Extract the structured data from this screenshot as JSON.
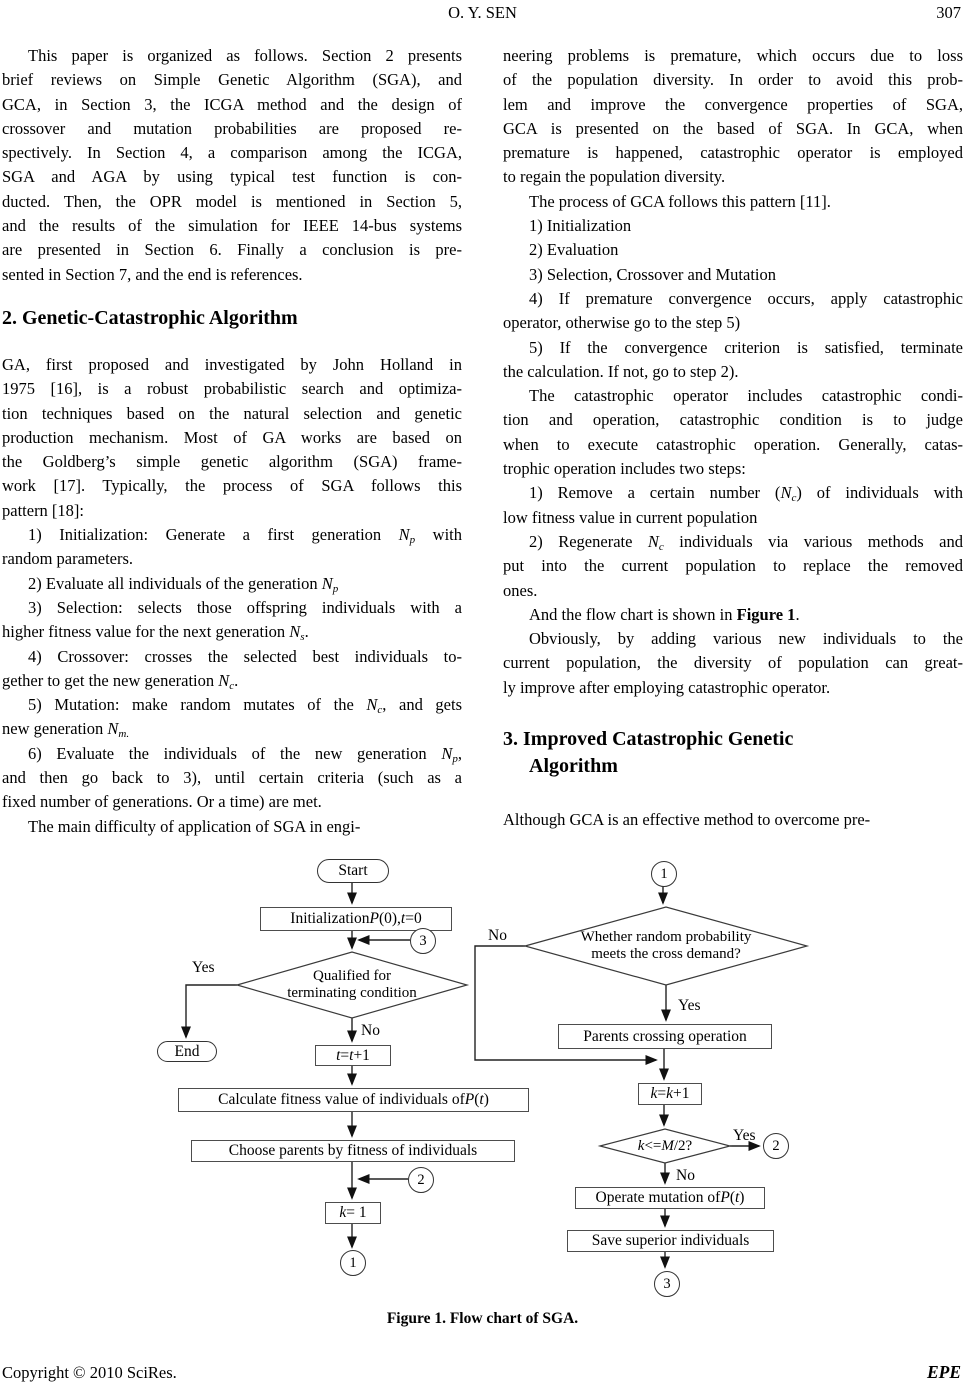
{
  "header": {
    "running_title": "O. Y. SEN",
    "page_number": "307"
  },
  "left_column": {
    "para1_lines": [
      "\tThis paper is organized as follows. Section 2 presents",
      "brief reviews on Simple Genetic Algorithm (SGA), and",
      "GCA, in Section 3, the ICGA method and the design of",
      "crossover and mutation probabilities are proposed re-",
      "spectively. In Section 4, a comparison among the ICGA,",
      "SGA and AGA by using typical test function is con-",
      "ducted. Then, the OPR model is mentioned in Section 5,",
      "and the results of the simulation for IEEE 14-bus systems",
      "are presented in Section 6. Finally a conclusion is pre-",
      "sented in Section 7, and the end is references."
    ],
    "section2_heading": "2. Genetic-Catastrophic Algorithm",
    "para2_lines": [
      "GA, first proposed and investigated by John Holland in",
      "1975 [16], is a robust probabilistic search and optimiza-",
      "tion techniques based on the natural selection and genetic",
      "production mechanism. Most of GA works are based on",
      "the Goldberg’s simple genetic algorithm (SGA) frame-",
      "work [17]. Typically, the process of SGA follows this",
      "pattern [18]:",
      [
        "\t",
        "1) Initialization: Generate a first generation ",
        {
          "t": "N",
          "s": "i"
        },
        {
          "t": "p",
          "s": "isub"
        },
        " with"
      ],
      "random parameters.",
      [
        "\t",
        "2) Evaluate all individuals of the generation ",
        {
          "t": "N",
          "s": "i"
        },
        {
          "t": "p",
          "s": "isub"
        }
      ],
      "\t3) Selection: selects those offspring individuals with a",
      [
        "higher fitness value for the next generation ",
        {
          "t": "N",
          "s": "i"
        },
        {
          "t": "s",
          "s": "isub"
        },
        "."
      ],
      "\t4) Crossover: crosses the selected best individuals to-",
      [
        "gether to get the new generation ",
        {
          "t": "N",
          "s": "i"
        },
        {
          "t": "c",
          "s": "isub"
        },
        "."
      ],
      [
        "\t",
        "5) Mutation: make random mutates of the ",
        {
          "t": "N",
          "s": "i"
        },
        {
          "t": "c",
          "s": "isub"
        },
        ", and gets"
      ],
      [
        "new generation ",
        {
          "t": "N",
          "s": "i"
        },
        {
          "t": "m.",
          "s": "isub"
        }
      ],
      [
        "\t",
        "6) Evaluate the individuals of the new generation ",
        {
          "t": "N",
          "s": "i"
        },
        {
          "t": "p",
          "s": "isub"
        },
        ","
      ],
      "and then go back to 3), until certain criteria (such as a",
      "fixed number of generations. Or a time) are met.",
      "\tThe main difficulty of application of SGA in engi-"
    ]
  },
  "right_column": {
    "lines": [
      "neering problems is premature, which occurs due to loss",
      "of the population diversity. In order to avoid this prob-",
      "lem and improve the convergence properties of SGA,",
      "GCA is presented on the based of SGA. In GCA, when",
      "premature is happened, catastrophic operator is employed",
      "to regain the population diversity.",
      "\tThe process of GCA follows this pattern [11].",
      "\t1) Initialization",
      "\t2) Evaluation",
      "\t3) Selection, Crossover and Mutation",
      "\t4) If premature convergence occurs, apply catastrophic",
      "operator, otherwise go to the step 5)",
      "\t5) If the convergence criterion is satisfied, terminate",
      "the calculation. If not, go to step 2).",
      "\tThe catastrophic operator includes catastrophic condi-",
      "tion and operation, catastrophic condition is to judge",
      "when to execute catastrophic operation. Generally, catas-",
      "trophic operation includes two steps:",
      [
        "\t",
        "1) Remove a certain number (",
        {
          "t": "N",
          "s": "i"
        },
        {
          "t": "c",
          "s": "isub"
        },
        ") of individuals with"
      ],
      "low fitness value in current population",
      [
        "\t",
        "2) Regenerate ",
        {
          "t": "N",
          "s": "i"
        },
        {
          "t": "c",
          "s": "isub"
        },
        " individuals via various methods and"
      ],
      "put into the current population to replace the removed",
      "ones.",
      [
        "\t",
        "And the flow chart is shown in ",
        {
          "t": "Figure 1",
          "s": "b"
        },
        "."
      ],
      "\tObviously, by adding various new individuals to the",
      "current population, the diversity of population can great-",
      "ly improve after employing catastrophic operator."
    ],
    "section3_heading_lines": [
      "3. Improved Catastrophic Genetic",
      "\tAlgorithm"
    ],
    "para_lines": [
      "Although GCA is an effective method to overcome pre-"
    ]
  },
  "figure": {
    "caption": "Figure 1. Flow chart of SGA.",
    "left": {
      "start": "Start",
      "init": [
        "Initialization ",
        {
          "t": "P",
          "s": "i"
        },
        " (0), ",
        {
          "t": "t",
          "s": "i"
        },
        "=0"
      ],
      "connector3": "3",
      "diamond": [
        "Qualified for",
        "terminating condition"
      ],
      "yes": "Yes",
      "no": "No",
      "end": "End",
      "t_inc": [
        {
          "t": "t",
          "s": "i"
        },
        " = ",
        {
          "t": "t",
          "s": "i"
        },
        "+1"
      ],
      "calc": [
        "Calculate fitness value of individuals of ",
        {
          "t": "P",
          "s": "i"
        },
        "(",
        {
          "t": "t",
          "s": "i"
        },
        ")"
      ],
      "choose": "Choose parents by fitness of individuals",
      "connector2": "2",
      "k1": [
        {
          "t": "k",
          "s": "i"
        },
        " = 1"
      ],
      "connector1": "1"
    },
    "right": {
      "connector1": "1",
      "diamond1": [
        "Whether random probability",
        "meets the cross demand?"
      ],
      "no1": "No",
      "yes1": "Yes",
      "parents": "Parents crossing operation",
      "kk": [
        {
          "t": "k",
          "s": "i"
        },
        " = ",
        {
          "t": "k",
          "s": "i"
        },
        "+1"
      ],
      "diamond2": [
        {
          "t": "k",
          "s": "i"
        },
        "<=",
        {
          "t": "M",
          "s": "i"
        },
        "/2?"
      ],
      "yes2": "Yes",
      "connector2": "2",
      "no2": "No",
      "mutation": [
        "Operate mutation of ",
        {
          "t": "P",
          "s": "i"
        },
        " (",
        {
          "t": "t",
          "s": "i"
        },
        ")"
      ],
      "save": "Save superior individuals",
      "connector3": "3"
    }
  },
  "footer": {
    "copyright": "Copyright © 2010 SciRes.",
    "journal": "EPE"
  }
}
